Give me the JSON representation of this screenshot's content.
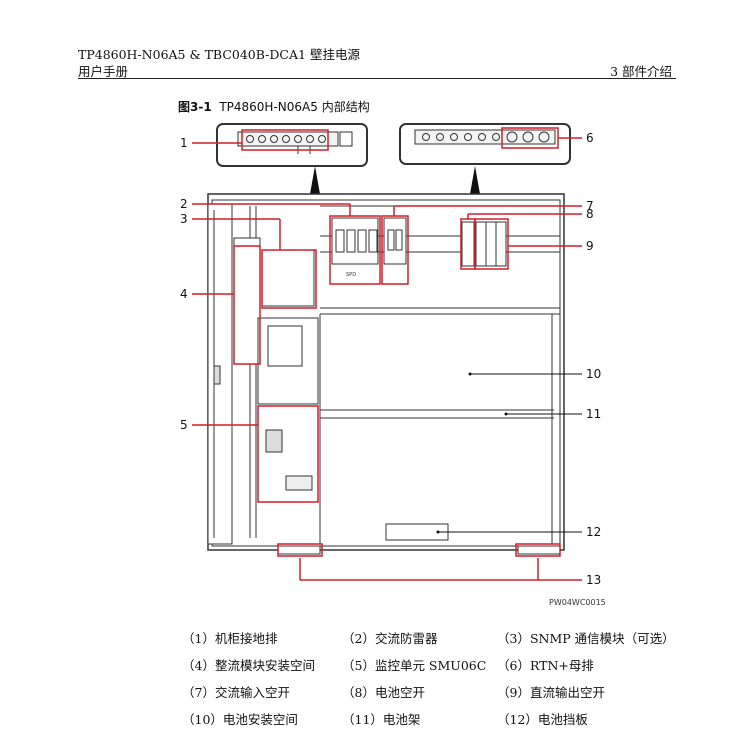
{
  "header": {
    "title": "TP4860H-N06A5 & TBC040B-DCA1 壁挂电源",
    "subtitle": "用户手册",
    "chapter": "3 部件介绍"
  },
  "figure": {
    "caption_number": "图3-1",
    "caption_text": "TP4860H-N06A5 内部结构",
    "code": "PW04WC0015",
    "callouts": [
      "1",
      "2",
      "3",
      "4",
      "5",
      "6",
      "7",
      "8",
      "9",
      "10",
      "11",
      "12",
      "13"
    ],
    "spd_label": "SPD"
  },
  "legend": [
    [
      "（1）机柜接地排",
      "（2）交流防雷器",
      "（3）SNMP 通信模块（可选）"
    ],
    [
      "（4）整流模块安装空间",
      "（5）监控单元 SMU06C",
      "（6）RTN+母排"
    ],
    [
      "（7）交流输入空开",
      "（8）电池空开",
      "（9）直流输出空开"
    ],
    [
      "（10）电池安装空间",
      "（11）电池架",
      "（12）电池挡板"
    ]
  ]
}
